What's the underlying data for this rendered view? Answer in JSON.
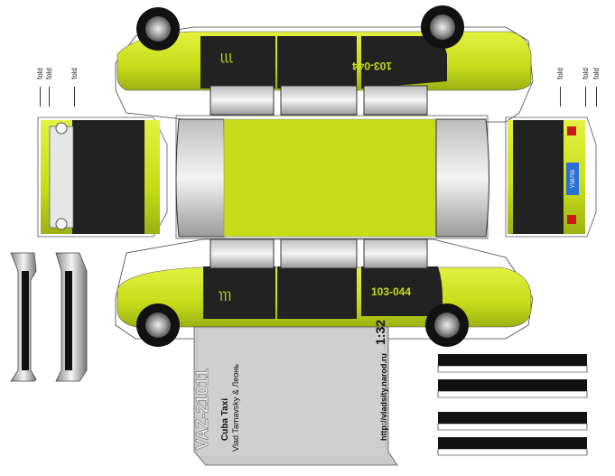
{
  "fold_labels": [
    "fold",
    "fold",
    "fold",
    "fold",
    "fold",
    "fold"
  ],
  "colors": {
    "body_yellow": "#c6dc18",
    "body_yellow_light": "#dcee3a",
    "door_black": "#222222",
    "window_grey": "#d8d8d8",
    "plate_blue": "#2a6fd6",
    "tail_red": "#c81818"
  },
  "top_side": {
    "taxi_number": "103-044",
    "taxi_mark": "ɿɿɿ"
  },
  "bottom_side": {
    "taxi_number": "103-044",
    "taxi_mark": "ɿɿɿ"
  },
  "rear": {
    "plate": "Y58755"
  },
  "base_panel": {
    "model": "VAZ-21011",
    "subtitle": "Cuba Taxi",
    "authors": "Vlad Tamavsky & Леонь",
    "url": "http://vladsity.narod.ru",
    "scale": "1:32"
  }
}
